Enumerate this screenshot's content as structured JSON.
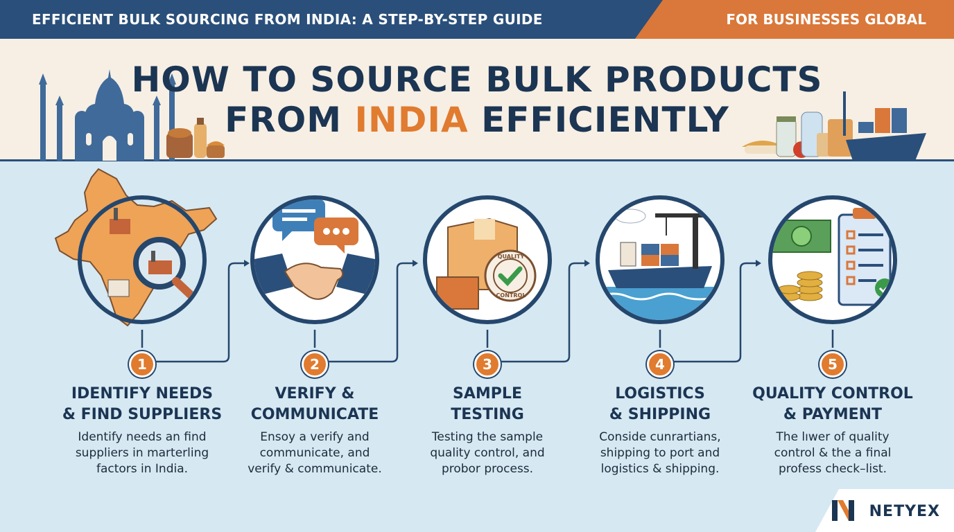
{
  "banner": {
    "title": "EFFICIENT BULK SOURCING FROM INDIA: A STEP-BY-STEP GUIDE",
    "tag": "FOR BUSINESSES GLOBAL"
  },
  "headline": {
    "line1": "HOW TO SOURCE BULK PRODUCTS",
    "line2_prefix": "FROM ",
    "line2_accent": "INDIA",
    "line2_suffix": " EFFICIENTLY"
  },
  "steps": [
    {
      "number": "1",
      "title_line1": "IDENTIFY NEEDS",
      "title_line2": "& FIND SUPPLIERS",
      "desc": [
        "Identify needs an find",
        "suppliers in marterling",
        "factors in India."
      ],
      "icon": "india-map-magnifier-icon"
    },
    {
      "number": "2",
      "title_line1": "VERIFY &",
      "title_line2": "COMMUNICATE",
      "desc": [
        "Ensoy a verify and",
        "communicate, and",
        "verify & communicate."
      ],
      "icon": "handshake-chat-icon"
    },
    {
      "number": "3",
      "title_line1": "SAMPLE",
      "title_line2": "TESTING",
      "desc": [
        "Testing the sample",
        "quality control, and",
        "probor process."
      ],
      "icon": "box-quality-stamp-icon"
    },
    {
      "number": "4",
      "title_line1": "LOGISTICS",
      "title_line2": "& SHIPPING",
      "desc": [
        "Conside cunrartians,",
        "shipping to port and",
        "logistics & shipping."
      ],
      "icon": "cargo-ship-crane-icon"
    },
    {
      "number": "5",
      "title_line1": "QUALITY CONTROL",
      "title_line2": "& PAYMENT",
      "desc": [
        "The lıwer of quality",
        "control & the a final",
        "profess check–list."
      ],
      "icon": "money-checklist-icon"
    }
  ],
  "stamp": {
    "text_top": "QUALITY",
    "text_bottom": "CONTROL"
  },
  "logo": {
    "text": "NETYEX"
  },
  "colors": {
    "navy": "#25476d",
    "orange": "#e07b2f",
    "cream": "#f7efe4",
    "background": "#d6e8f2"
  }
}
